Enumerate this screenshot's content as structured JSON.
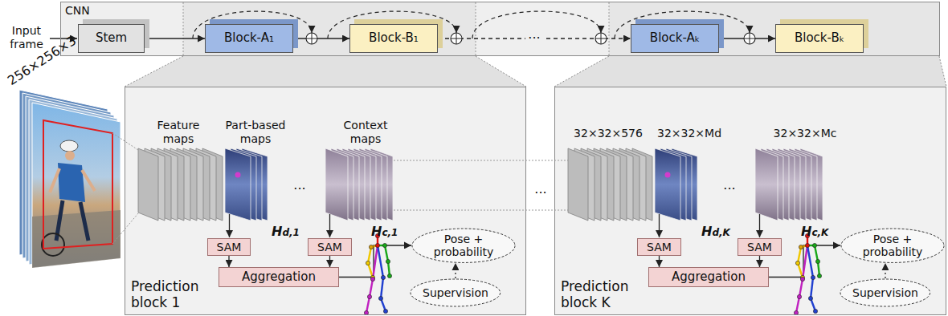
{
  "diagram": {
    "nodes": [
      {
        "text": [
          "CNN"
        ]
      },
      {
        "text": [
          "Stem"
        ],
        "in": 0
      },
      {
        "text": [
          "Block-A₁"
        ],
        "in": 0
      },
      {
        "text": [
          "Block-B₁"
        ],
        "in": 0
      },
      {
        "text": [
          "Block-Aₖ"
        ],
        "in": 0
      },
      {
        "text": [
          "Block-Bₖ"
        ],
        "in": 0
      },
      {
        "text": [
          "Prediction block 1"
        ]
      },
      {
        "text": [
          "SAM"
        ],
        "in": 6
      },
      {
        "text": [
          "SAM"
        ],
        "in": 6
      },
      {
        "text": [
          "Aggregation"
        ],
        "in": 6
      },
      {
        "text": [
          "Pose + probability"
        ],
        "in": 6
      },
      {
        "text": [
          "Supervision"
        ],
        "in": 6
      },
      {
        "text": [
          "Prediction block K"
        ]
      },
      {
        "text": [
          "SAM"
        ],
        "in": 12
      },
      {
        "text": [
          "SAM"
        ],
        "in": 12
      },
      {
        "text": [
          "Aggregation"
        ],
        "in": 12
      },
      {
        "text": [
          "Pose + probability"
        ],
        "in": 12
      },
      {
        "text": [
          "Supervision"
        ],
        "in": 12
      }
    ],
    "edges": [
      {
        "from": 1,
        "to": 2,
        "arrow": "to"
      },
      {
        "from": 2,
        "to": 3,
        "arrow": "to"
      },
      {
        "from": 3,
        "to": 4,
        "arrow": "to",
        "label": "···"
      },
      {
        "from": 4,
        "to": 5,
        "arrow": "to"
      },
      {
        "from": 7,
        "to": 9,
        "arrow": "to"
      },
      {
        "from": 8,
        "to": 9,
        "arrow": "to"
      },
      {
        "from": 9,
        "to": 10,
        "arrow": "to"
      },
      {
        "from": 11,
        "to": 10,
        "arrow": "to"
      },
      {
        "from": 13,
        "to": 15,
        "arrow": "to"
      },
      {
        "from": 14,
        "to": 15,
        "arrow": "to"
      },
      {
        "from": 15,
        "to": 16,
        "arrow": "to"
      },
      {
        "from": 17,
        "to": 16,
        "arrow": "to"
      }
    ],
    "labels": [
      "Input frame",
      "256×256×3",
      "Feature maps",
      "Part-based maps",
      "Context maps",
      "Hd,1",
      "...",
      "Hc,1",
      "···",
      "32×32×576",
      "32×32×Md",
      "32×32×Mc",
      "Hd,K",
      "...",
      "Hc,K"
    ]
  }
}
